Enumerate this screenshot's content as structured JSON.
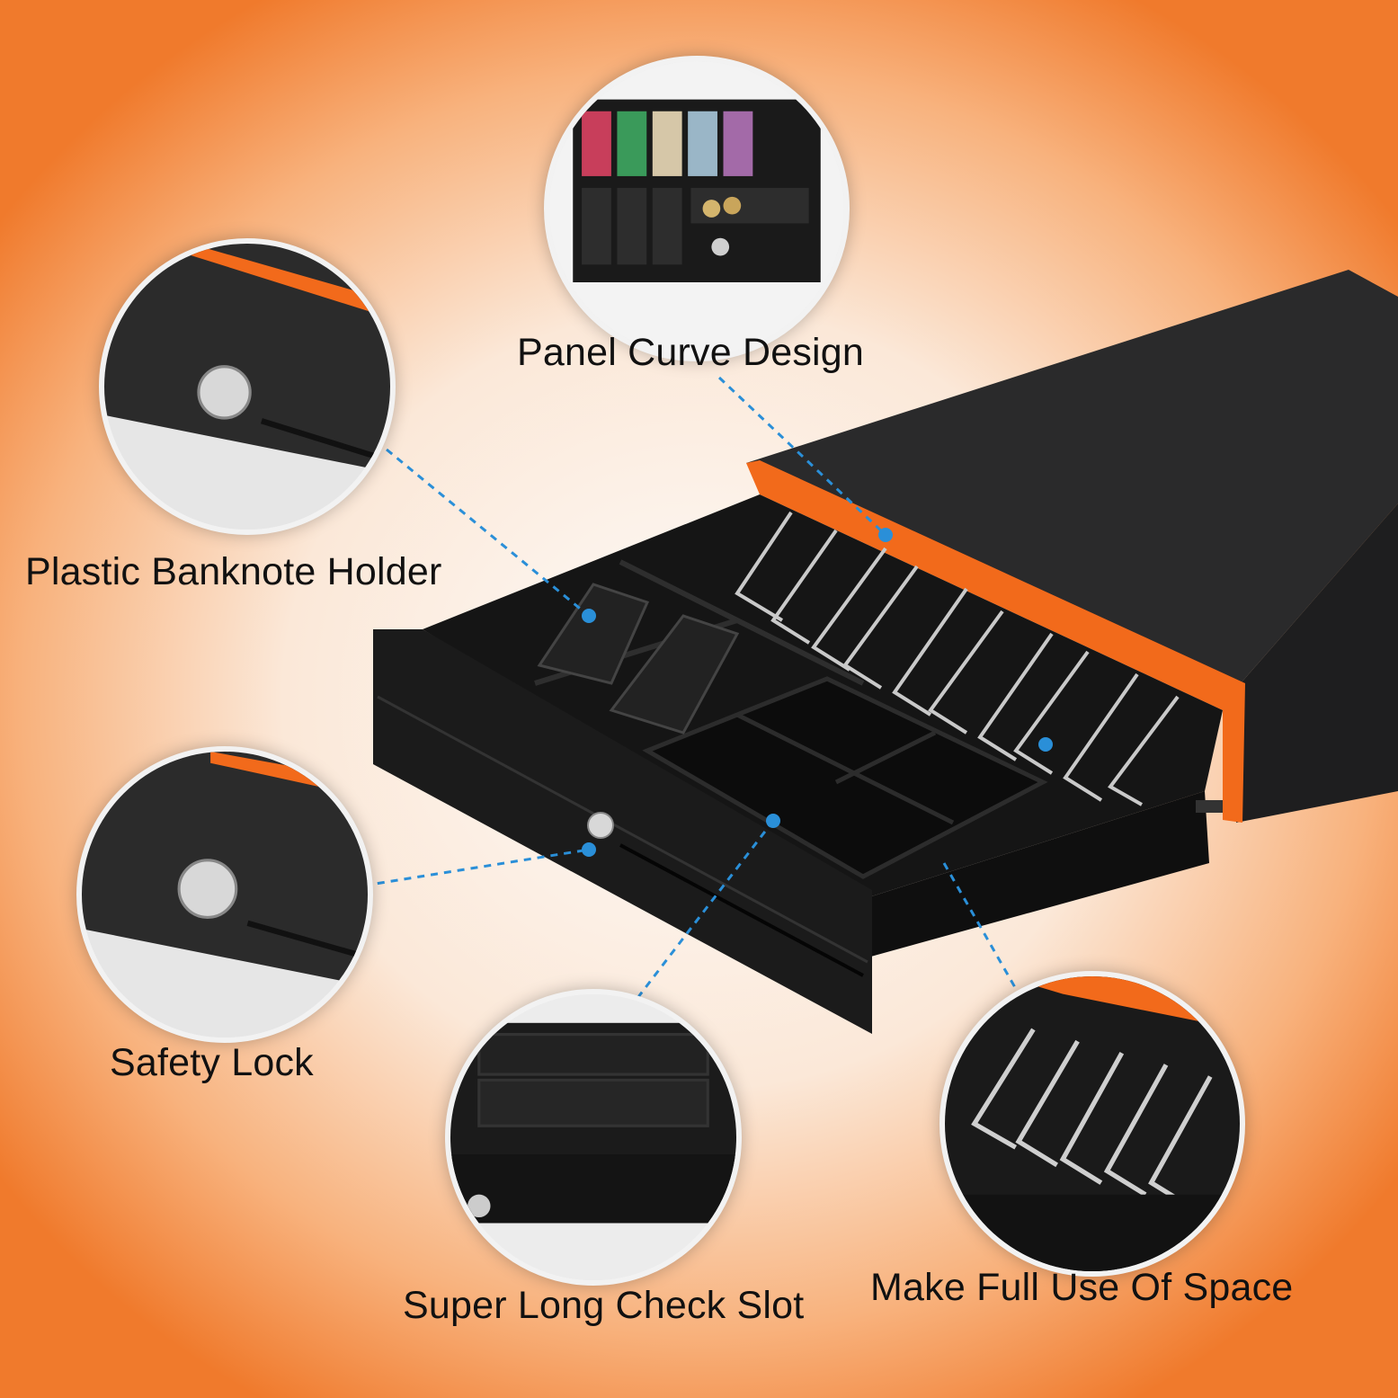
{
  "labels": {
    "panel_curve": "Panel Curve Design",
    "banknote_holder": "Plastic Banknote Holder",
    "safety_lock": "Safety Lock",
    "check_slot": "Super Long Check Slot",
    "space": "Make Full Use Of Space"
  },
  "colors": {
    "accent_orange": "#f26a1b",
    "drawer_black": "#1b1b1b",
    "callout_blue": "#2a8fd8"
  },
  "icons": [
    "key-lock-icon",
    "callout-dot-icon"
  ]
}
